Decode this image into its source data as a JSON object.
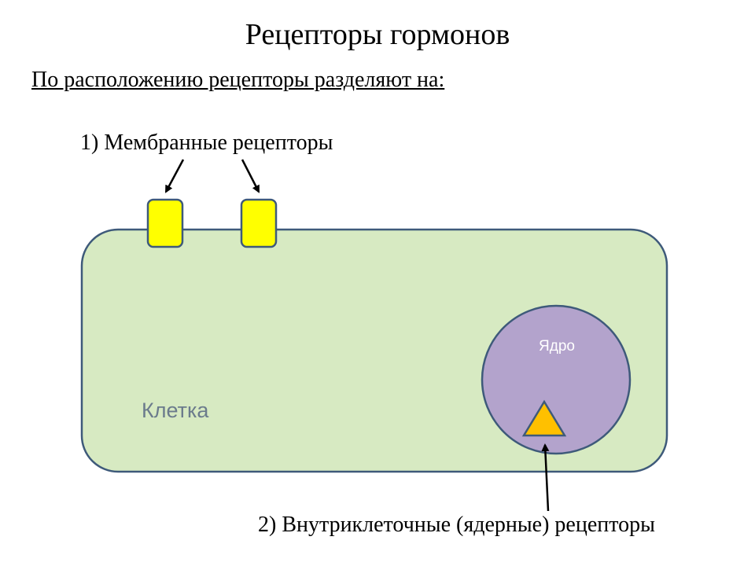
{
  "title": "Рецепторы гормонов",
  "subtitle": "По расположению рецепторы разделяют на:",
  "membrane_label": "1) Мембранные рецепторы",
  "intracellular_label": "2) Внутриклеточные (ядерные) рецепторы",
  "cell_label": "Клетка",
  "nucleus_label": "Ядро",
  "colors": {
    "cell_fill": "#d7eac2",
    "cell_stroke": "#3e5a7a",
    "nucleus_fill": "#b3a3cc",
    "receptor_fill": "#ffff00",
    "nuclear_receptor_fill": "#ffc000",
    "text_gray": "#6b7b8c"
  }
}
